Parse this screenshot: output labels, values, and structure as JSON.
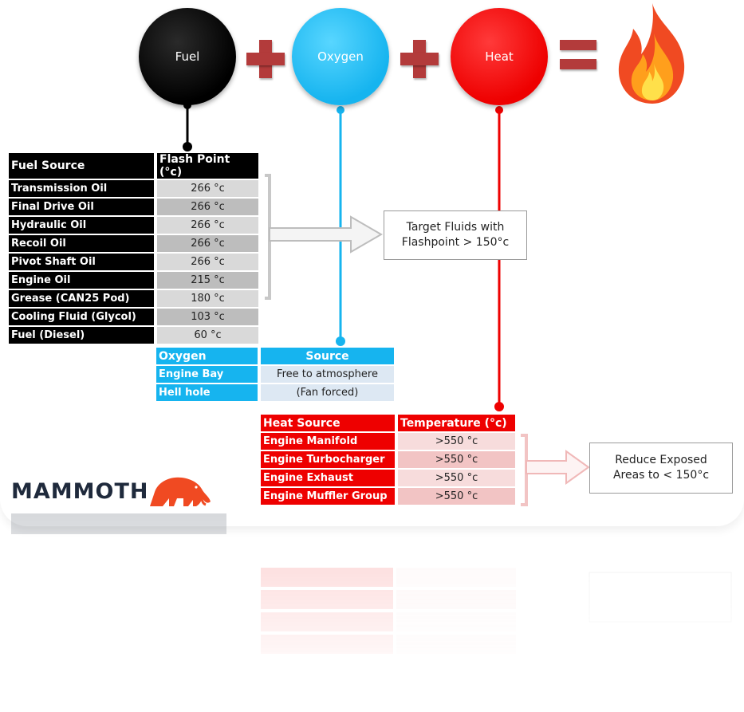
{
  "circles": {
    "fuel": "Fuel",
    "oxygen": "Oxygen",
    "heat": "Heat"
  },
  "fuel_table": {
    "headers": [
      "Fuel Source",
      "Flash Point (°c)"
    ],
    "rows": [
      [
        "Transmission Oil",
        "266 °c"
      ],
      [
        "Final Drive Oil",
        "266 °c"
      ],
      [
        "Hydraulic Oil",
        "266 °c"
      ],
      [
        "Recoil Oil",
        "266 °c"
      ],
      [
        "Pivot Shaft Oil",
        "266 °c"
      ],
      [
        "Engine Oil",
        "215 °c"
      ],
      [
        "Grease (CAN25 Pod)",
        "180 °c"
      ],
      [
        "Cooling Fluid (Glycol)",
        "103 °c"
      ],
      [
        "Fuel (Diesel)",
        "60 °c"
      ]
    ]
  },
  "oxygen_table": {
    "headers": [
      "Oxygen",
      "Source"
    ],
    "rows": [
      [
        "Engine Bay",
        "Free to atmosphere"
      ],
      [
        "Hell hole",
        "(Fan forced)"
      ]
    ]
  },
  "heat_table": {
    "headers": [
      "Heat Source",
      "Temperature (°c)"
    ],
    "rows": [
      [
        "Engine Manifold",
        ">550 °c"
      ],
      [
        "Engine Turbocharger",
        ">550 °c"
      ],
      [
        "Engine Exhaust",
        ">550 °c"
      ],
      [
        "Engine Muffler Group",
        ">550 °c"
      ]
    ]
  },
  "callouts": {
    "fuel_line1": "Target Fluids with",
    "fuel_line2": "Flashpoint  > 150°c",
    "heat_line1": "Reduce Exposed",
    "heat_line2": "Areas to < 150°c"
  },
  "logo": {
    "text": "MAMMOTH"
  },
  "colors": {
    "fuel": "#000000",
    "oxygen": "#16b4ef",
    "heat": "#ee0000",
    "operator": "#b33b3b",
    "callout_arrow": "#cfcfcf",
    "heat_arrow": "#f2c4c4"
  },
  "icons": {
    "operator_plus": "plus-icon",
    "operator_equals": "equals-icon",
    "fire": "fire-icon",
    "mammoth": "mammoth-icon"
  }
}
